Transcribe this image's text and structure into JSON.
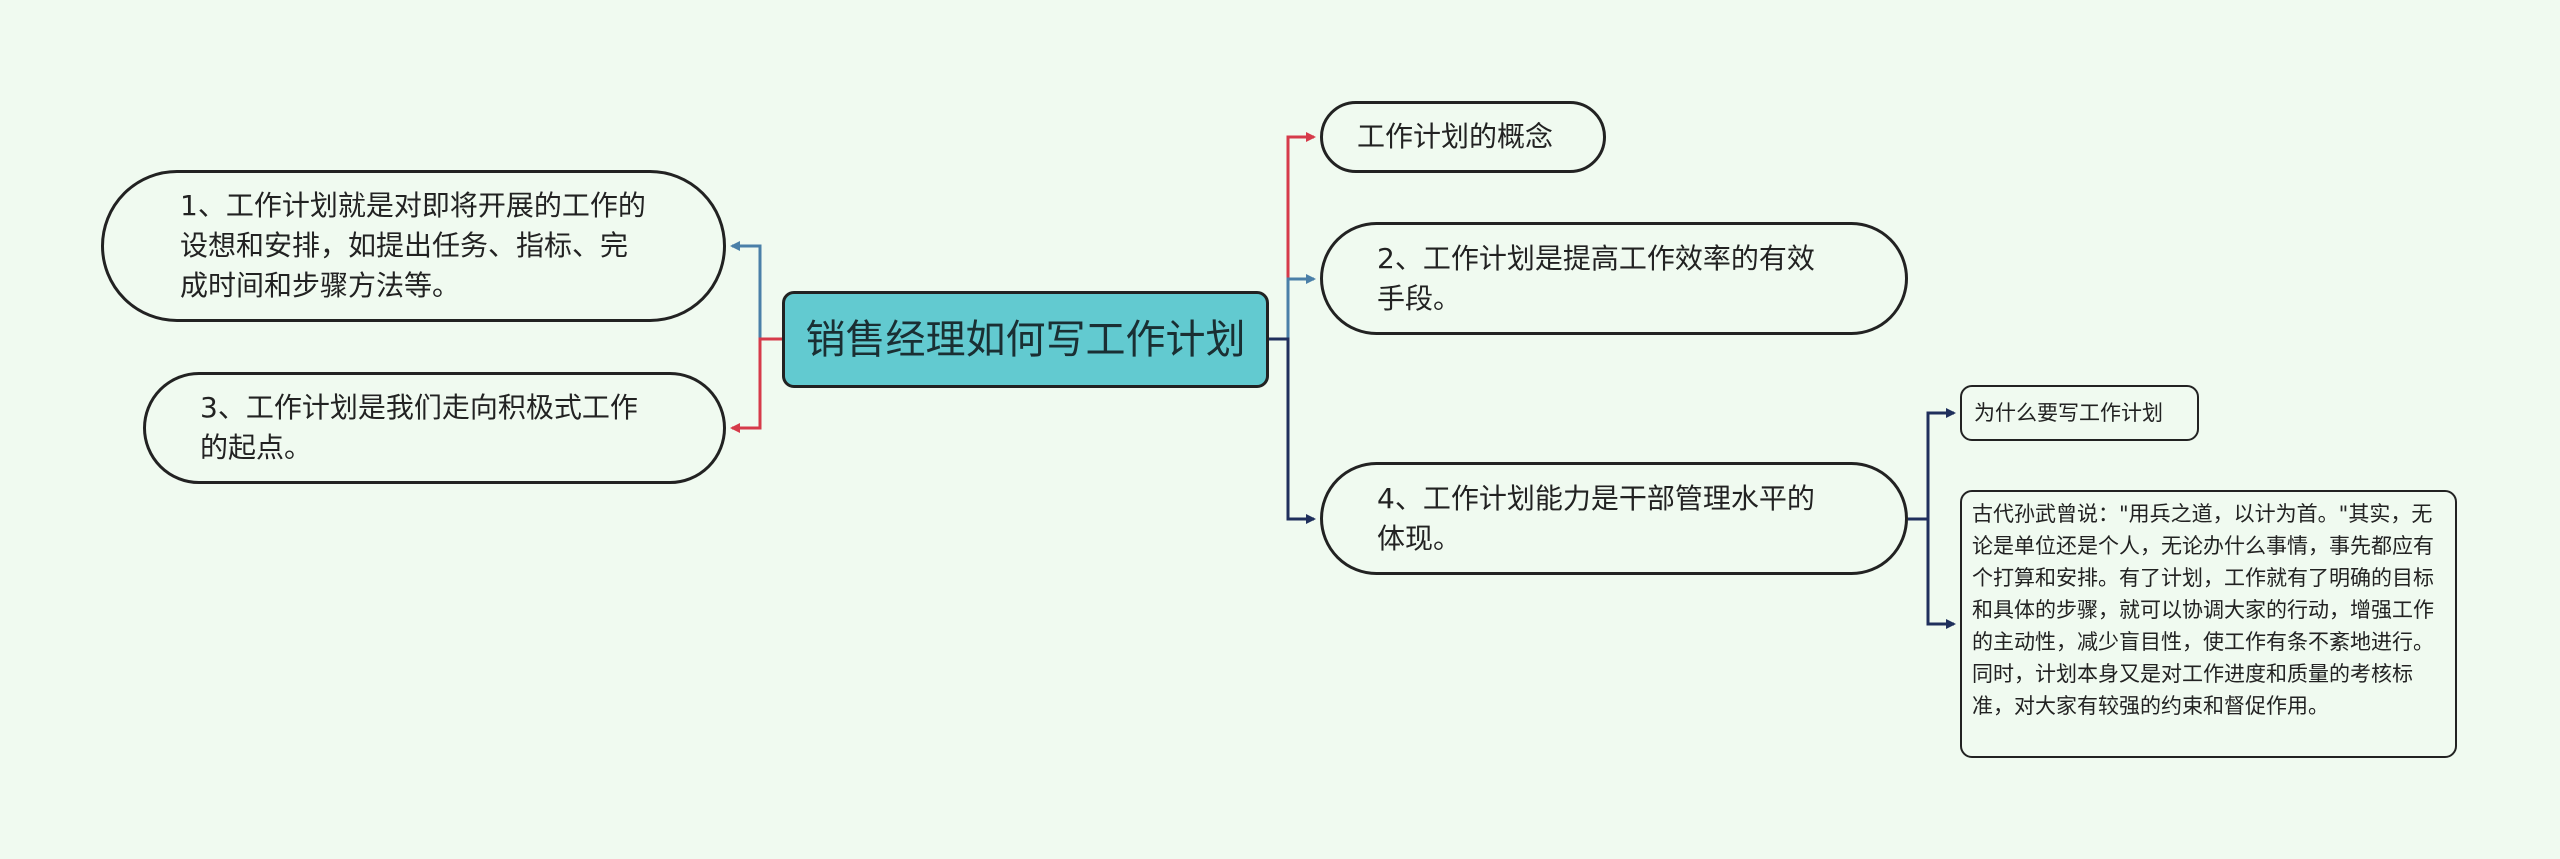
{
  "colors": {
    "background": "#f0faf0",
    "root_fill": "#62cad0",
    "border": "#222222",
    "branch_red": "#d63a4a",
    "branch_blue": "#4a7fa8",
    "branch_navy": "#1f2f5c"
  },
  "mindmap": {
    "root": "销售经理如何写工作计划",
    "left": [
      "1、工作计划就是对即将开展的工作的设想和安排，如提出任务、指标、完成时间和步骤方法等。",
      "3、工作计划是我们走向积极式工作的起点。"
    ],
    "right": [
      "工作计划的概念",
      "2、工作计划是提高工作效率的有效手段。",
      "4、工作计划能力是干部管理水平的体现。"
    ],
    "right_children": [
      "为什么要写工作计划",
      "古代孙武曾说：\"用兵之道，以计为首。\"其实，无论是单位还是个人，无论办什么事情，事先都应有个打算和安排。有了计划，工作就有了明确的目标和具体的步骤，就可以协调大家的行动，增强工作的主动性，减少盲目性，使工作有条不紊地进行。同时，计划本身又是对工作进度和质量的考核标准，对大家有较强的约束和督促作用。"
    ]
  }
}
